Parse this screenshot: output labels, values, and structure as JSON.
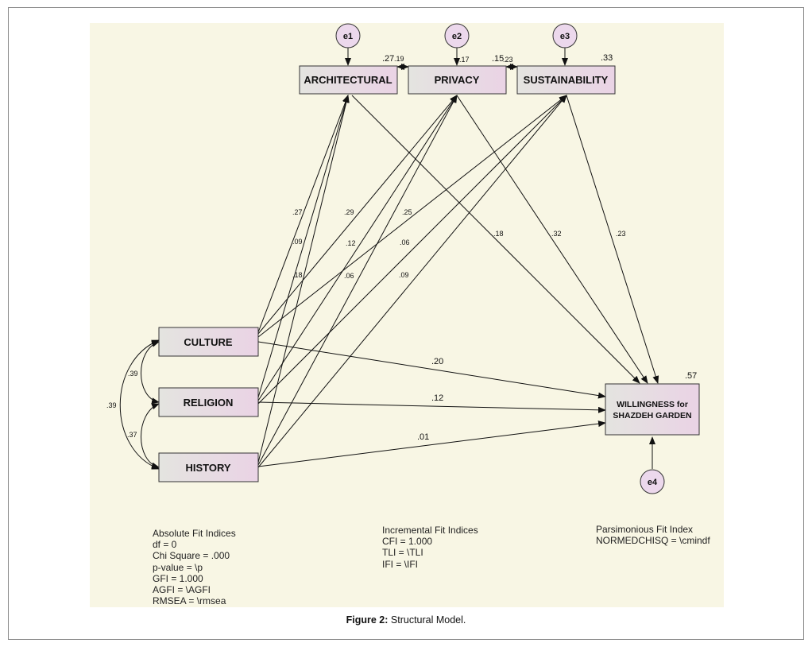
{
  "diagram": {
    "nodes": {
      "architectural": "ARCHITECTURAL",
      "privacy": "PRIVACY",
      "sustainability": "SUSTAINABILITY",
      "culture": "CULTURE",
      "religion": "RELIGION",
      "history": "HISTORY",
      "willingness_line1": "WILLINGNESS for",
      "willingness_line2": "SHAZDEH GARDEN"
    },
    "errors": {
      "e1": "e1",
      "e2": "e2",
      "e3": "e3",
      "e4": "e4"
    },
    "r_squared": {
      "architectural": ".27",
      "privacy": ".17",
      "sustainability": ".33",
      "willingness": ".57"
    },
    "covariances": {
      "arch_privacy": ".19",
      "privacy_sustain": ".15",
      "privacy_sustain_b": ".23",
      "culture_religion": ".39",
      "religion_history": ".37",
      "culture_history": ".39"
    },
    "paths": {
      "culture_arch": ".27",
      "religion_arch": ".09",
      "history_arch": ".18",
      "culture_privacy": ".29",
      "religion_privacy": ".12",
      "history_privacy": ".06",
      "culture_sustain": ".25",
      "religion_sustain": ".06",
      "history_sustain": ".09",
      "arch_willing": ".18",
      "privacy_willing": ".32",
      "sustain_willing": ".23",
      "culture_willing": ".20",
      "religion_willing": ".12",
      "history_willing": ".01"
    }
  },
  "fit_indices": {
    "absolute": {
      "title": "Absolute Fit Indices",
      "lines": [
        "df = 0",
        "Chi Square = .000",
        "p-value = \\p",
        "GFI = 1.000",
        "AGFI = \\AGFI",
        "RMSEA = \\rmsea"
      ]
    },
    "incremental": {
      "title": "Incremental Fit Indices",
      "lines": [
        "CFI = 1.000",
        "TLI = \\TLI",
        "IFI = \\IFI"
      ]
    },
    "parsimonious": {
      "title": "Parsimonious Fit Index",
      "lines": [
        "NORMEDCHISQ = \\cmindf"
      ]
    }
  },
  "caption": {
    "label": "Figure 2:",
    "text": "Structural Model."
  },
  "colors": {
    "box_fill_left": "#e2e2df",
    "box_fill_right": "#e9d5e4",
    "circle_fill": "#ecd8ec"
  }
}
